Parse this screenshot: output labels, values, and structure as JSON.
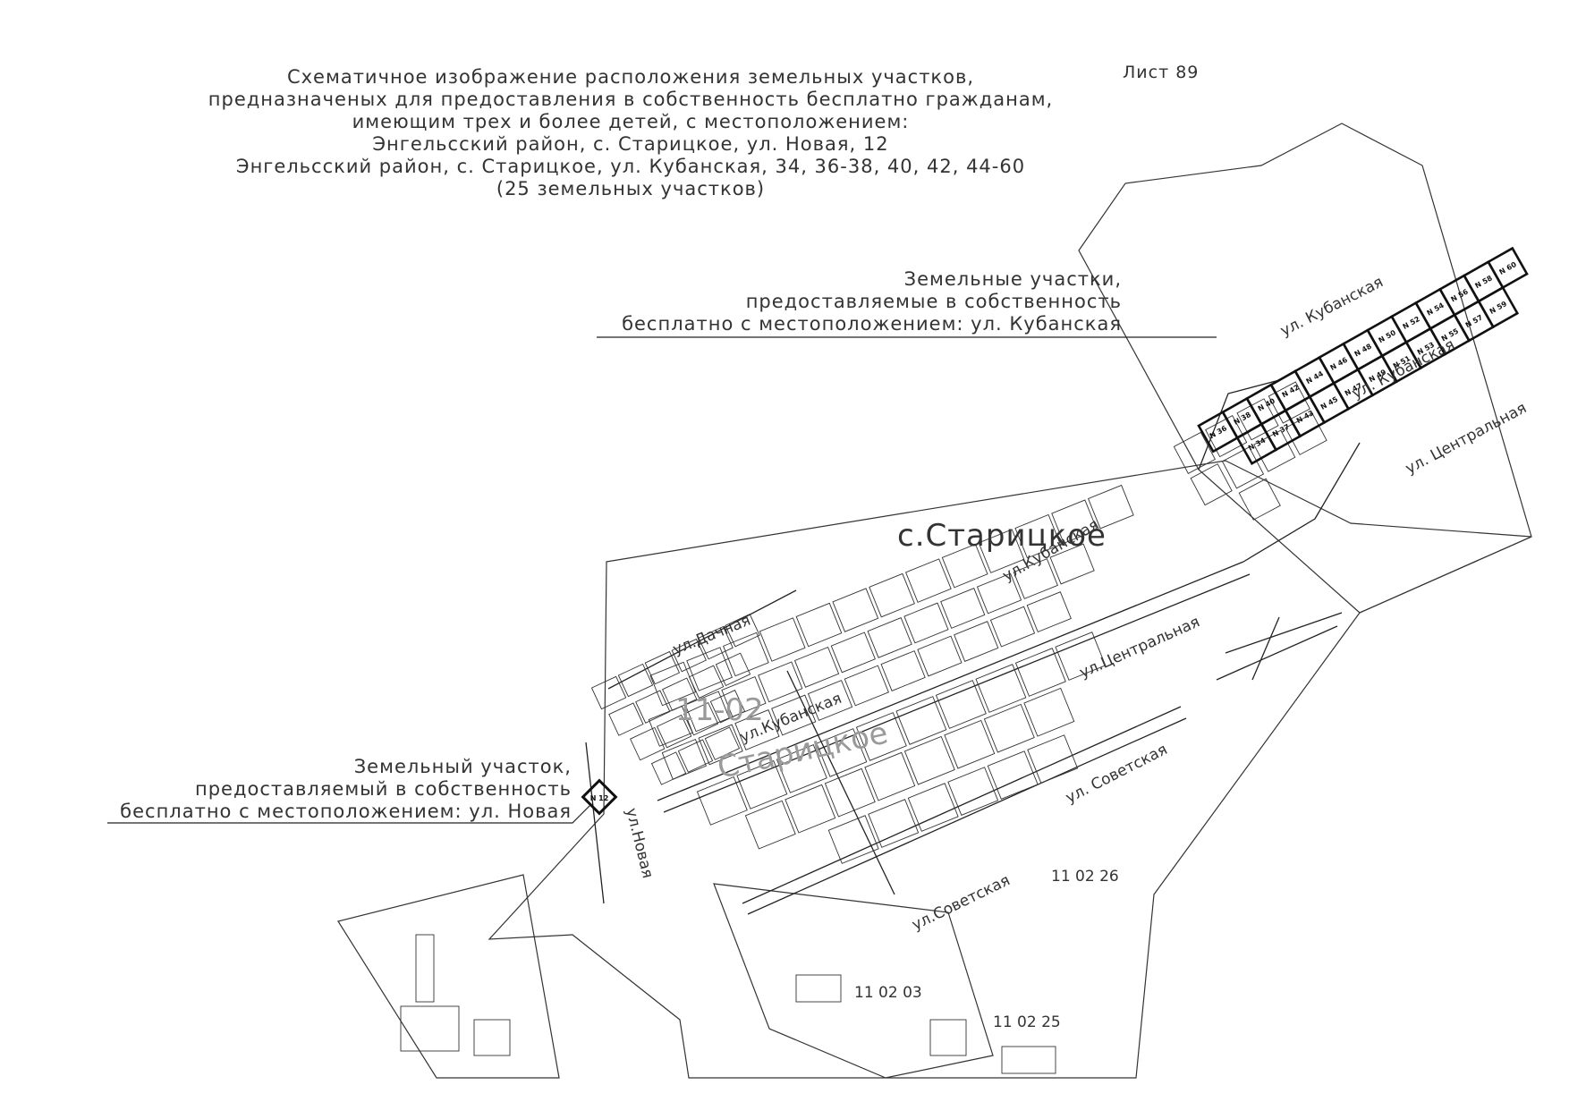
{
  "title": {
    "line1": "Схематичное изображение расположения земельных участков,",
    "line2": "предназначеных для предоставления в собственность бесплатно гражданам,",
    "line3": "имеющим трех и более детей, с местоположением:",
    "line4": "Энгельсский район, с. Старицкое, ул. Новая, 12",
    "line5": "Энгельсский район, с. Старицкое, ул. Кубанская, 34, 36-38, 40, 42, 44-60",
    "line6": "(25 земельных участков)"
  },
  "sheet_label": "Лист 89",
  "callout_kubanskaya": {
    "line1": "Земельные участки,",
    "line2": "предоставляемые в собственность",
    "line3": "бесплатно с местоположением: ул. Кубанская"
  },
  "callout_novaya": {
    "line1": "Земельный участок,",
    "line2": "предоставляемый в собственность",
    "line3": "бесплатно с местоположением: ул. Новая"
  },
  "village_name": "с.Старицкое",
  "village_ghost": "Старицкое",
  "quarters": {
    "q1": "11-02",
    "q2": "11 02 26",
    "q3": "11 02 03",
    "q4": "11 02 25"
  },
  "streets": {
    "kubanskaya_upper": "ул. Кубанская",
    "kubanskaya_lower": "ул. Кубанская",
    "centralnaya_east": "ул. Центральная",
    "kubanskaya_mid": "ул.Кубанская",
    "dachnaya": "ул.Дачная",
    "centralnaya_mid": "ул.Центральная",
    "sovetskaya_east": "ул. Советская",
    "sovetskaya_west": "ул.Советская",
    "novaya": "ул.Новая",
    "kubanskaya_west": "ул.Кубанская"
  },
  "plot_novaya": "N 12",
  "plots_row_upper": [
    "N 36",
    "N 38",
    "N 40",
    "N 42",
    "N 44",
    "N 46",
    "N 48",
    "N 50",
    "N 52",
    "N 54",
    "N 56",
    "N 58",
    "N 60"
  ],
  "plots_row_lower": [
    "N 34",
    "N 37",
    "N 43",
    "N 45",
    "N 47",
    "N 49",
    "N 51",
    "N 53",
    "N 55",
    "N 57",
    "N 59"
  ]
}
